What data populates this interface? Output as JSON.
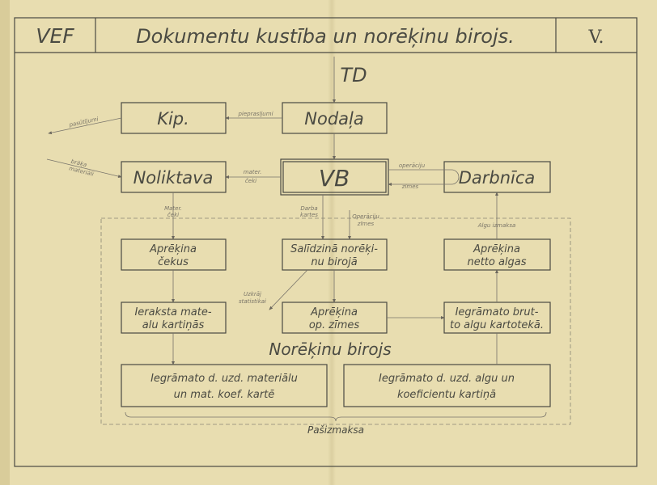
{
  "header": {
    "left": "VEF",
    "title": "Dokumentu kustība un norēķinu birojs.",
    "right": "V."
  },
  "top_label": "TD",
  "boxes": {
    "kip": "Kip.",
    "nodala": "Nodaļa",
    "noliktava": "Noliktava",
    "vb": "VB",
    "darbnica": "Darbnīca",
    "aprekina_cekus": [
      "Aprēķina",
      "čekus"
    ],
    "salidzina": [
      "Salīdzinā norēķi-",
      "nu birojā"
    ],
    "netto": [
      "Aprēķina",
      "netto algas"
    ],
    "ieraksta": [
      "Ieraksta mate-",
      "alu kartiņās"
    ],
    "op_zimes": [
      "Aprēķina",
      "op. zīmes"
    ],
    "brutto": [
      "Iegrāmato brut-",
      "to algu kartotekā."
    ],
    "materialu": [
      "Iegrāmato d. uzd. materiālu",
      "un mat. koef. kartē"
    ],
    "algu": [
      "Iegrāmato d. uzd. algu un",
      "koeficientu kartiņā"
    ]
  },
  "arrows": {
    "pasutijumi": "pasūtījumi",
    "pieprasijumi": "pieprasījumi",
    "braka": [
      "brāķa",
      "materiāli"
    ],
    "mater_ceki": [
      "mater.",
      "čeki"
    ],
    "mater_ceki2": [
      "Mater.",
      "čeki"
    ],
    "darba_kartes": [
      "Darba",
      "kartes"
    ],
    "operaciju_zimes": [
      "Operāciju",
      "zīmes"
    ],
    "operaciju": "operāciju",
    "zimes": "zīmes",
    "algu_izmaksa": "Algu   izmaksa",
    "uzkraj": [
      "Uzkrāj",
      "statistikai"
    ]
  },
  "region_label": "Norēķinu birojs",
  "footer_label": "Pašizmaksa"
}
